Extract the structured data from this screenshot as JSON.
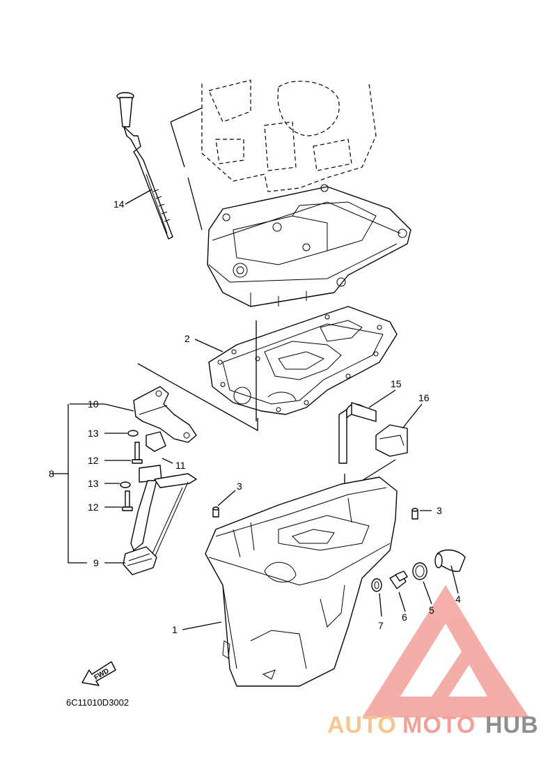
{
  "diagram": {
    "part_labels": [
      {
        "id": "1",
        "text": "1"
      },
      {
        "id": "2",
        "text": "2"
      },
      {
        "id": "3a",
        "text": "3"
      },
      {
        "id": "3b",
        "text": "3"
      },
      {
        "id": "4",
        "text": "4"
      },
      {
        "id": "5",
        "text": "5"
      },
      {
        "id": "6",
        "text": "6"
      },
      {
        "id": "7",
        "text": "7"
      },
      {
        "id": "8",
        "text": "8"
      },
      {
        "id": "9",
        "text": "9"
      },
      {
        "id": "10",
        "text": "10"
      },
      {
        "id": "11",
        "text": "11"
      },
      {
        "id": "12a",
        "text": "12"
      },
      {
        "id": "12b",
        "text": "12"
      },
      {
        "id": "13a",
        "text": "13"
      },
      {
        "id": "13b",
        "text": "13"
      },
      {
        "id": "14",
        "text": "14"
      },
      {
        "id": "15",
        "text": "15"
      },
      {
        "id": "16",
        "text": "16"
      }
    ],
    "fwd_label": "FWD",
    "diagram_code": "6C11010D3002"
  },
  "watermark": {
    "text_auto": "AUTO",
    "text_moto": "MOTO",
    "text_hub": "HUB",
    "colors": {
      "auto": "#f7c590",
      "moto": "#f3a09a",
      "hub": "#8f8f8f",
      "logo": "#f3a09a"
    }
  }
}
